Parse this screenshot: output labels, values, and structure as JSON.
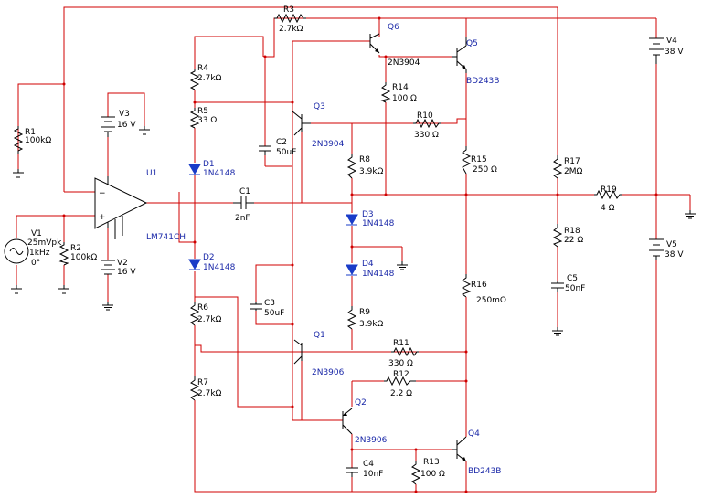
{
  "components": {
    "R1": {
      "ref": "R1",
      "value": "100kΩ"
    },
    "R2": {
      "ref": "R2",
      "value": "100kΩ"
    },
    "R3": {
      "ref": "R3",
      "value": "2.7kΩ"
    },
    "R4": {
      "ref": "R4",
      "value": "2.7kΩ"
    },
    "R5": {
      "ref": "R5",
      "value": "33 Ω"
    },
    "R6": {
      "ref": "R6",
      "value": "2.7kΩ"
    },
    "R7": {
      "ref": "R7",
      "value": "2.7kΩ"
    },
    "R8": {
      "ref": "R8",
      "value": "3.9kΩ"
    },
    "R9": {
      "ref": "R9",
      "value": "3.9kΩ"
    },
    "R10": {
      "ref": "R10",
      "value": "330 Ω"
    },
    "R11": {
      "ref": "R11",
      "value": "330 Ω"
    },
    "R12": {
      "ref": "R12",
      "value": "2.2 Ω"
    },
    "R13": {
      "ref": "R13",
      "value": "100 Ω"
    },
    "R14": {
      "ref": "R14",
      "value": "100 Ω"
    },
    "R15": {
      "ref": "R15",
      "value": "250 Ω"
    },
    "R16": {
      "ref": "R16",
      "value": "250mΩ"
    },
    "R17": {
      "ref": "R17",
      "value": "2MΩ"
    },
    "R18": {
      "ref": "R18",
      "value": "22 Ω"
    },
    "R19": {
      "ref": "R19",
      "value": "4 Ω"
    },
    "C1": {
      "ref": "C1",
      "value": "2nF"
    },
    "C2": {
      "ref": "C2",
      "value": "50uF"
    },
    "C3": {
      "ref": "C3",
      "value": "50uF"
    },
    "C4": {
      "ref": "C4",
      "value": "10nF"
    },
    "C5": {
      "ref": "C5",
      "value": "50nF"
    },
    "D1": {
      "ref": "D1",
      "value": "1N4148"
    },
    "D2": {
      "ref": "D2",
      "value": "1N4148"
    },
    "D3": {
      "ref": "D3",
      "value": "1N4148"
    },
    "D4": {
      "ref": "D4",
      "value": "1N4148"
    },
    "Q1": {
      "ref": "Q1",
      "value": "2N3906"
    },
    "Q2": {
      "ref": "Q2",
      "value": "2N3906"
    },
    "Q3": {
      "ref": "Q3",
      "value": "2N3904"
    },
    "Q4": {
      "ref": "Q4",
      "value": "BD243B"
    },
    "Q5": {
      "ref": "Q5",
      "value": "BD243B"
    },
    "Q6": {
      "ref": "Q6",
      "value": "2N3904"
    },
    "U1": {
      "ref": "U1",
      "value": "LM741CH"
    },
    "V1": {
      "ref": "V1",
      "amplitude": "25mVpk",
      "frequency": "1kHz",
      "phase": "0°"
    },
    "V2": {
      "ref": "V2",
      "value": "16 V"
    },
    "V3": {
      "ref": "V3",
      "value": "16 V"
    },
    "V4": {
      "ref": "V4",
      "value": "38 V"
    },
    "V5": {
      "ref": "V5",
      "value": "38 V"
    }
  },
  "colors": {
    "wire": "#d00000",
    "component": "#000000",
    "diode": "#1a3cc8",
    "label_blue": "#1a28a8"
  }
}
